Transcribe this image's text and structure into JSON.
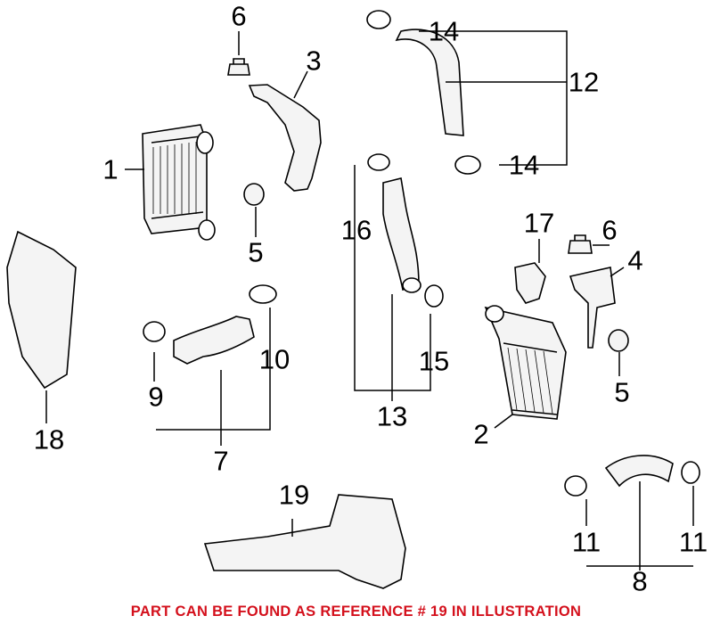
{
  "callouts": {
    "c1": "1",
    "c2": "2",
    "c3": "3",
    "c4": "4",
    "c5a": "5",
    "c5b": "5",
    "c6a": "6",
    "c6b": "6",
    "c7": "7",
    "c8": "8",
    "c9": "9",
    "c10": "10",
    "c11a": "11",
    "c11b": "11",
    "c12": "12",
    "c13": "13",
    "c14a": "14",
    "c14b": "14",
    "c15": "15",
    "c16": "16",
    "c17": "17",
    "c18": "18",
    "c19": "19"
  },
  "footer_note": "PART CAN BE FOUND AS REFERENCE # 19 IN ILLUSTRATION",
  "colors": {
    "note": "#d4101c",
    "line": "#000000"
  }
}
